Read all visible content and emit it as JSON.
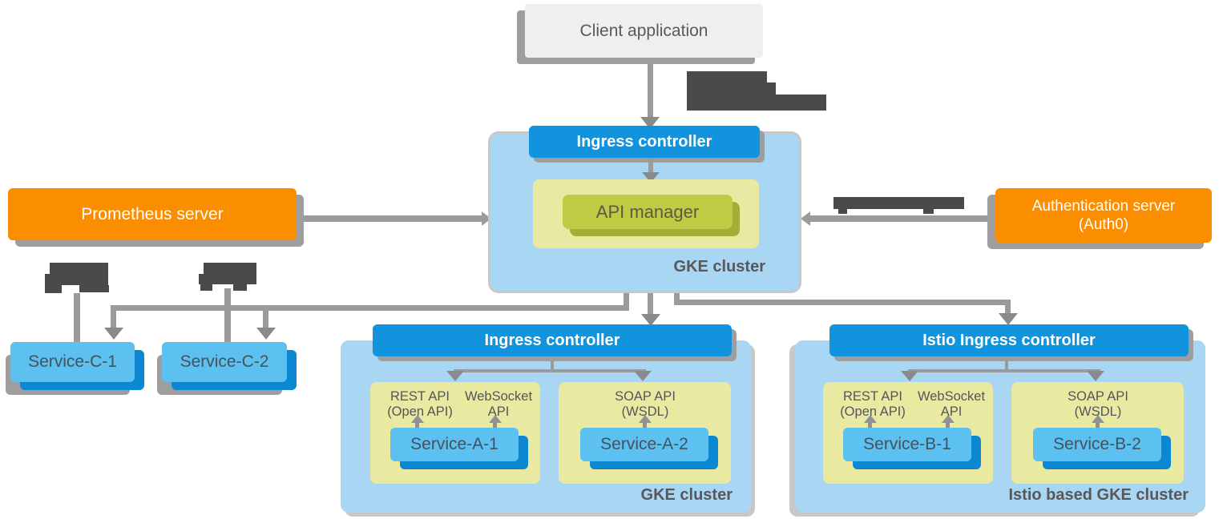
{
  "diagram": {
    "client": {
      "label": "Client application"
    },
    "prometheus": {
      "label": "Prometheus server"
    },
    "auth": {
      "line1": "Authentication server",
      "line2": "(Auth0)"
    },
    "central_cluster": {
      "header": "Ingress controller",
      "api_manager": "API manager",
      "label": "GKE cluster"
    },
    "gke_cluster": {
      "header": "Ingress controller",
      "label": "GKE cluster",
      "service1": {
        "name": "Service-A-1",
        "api1_line1": "REST API",
        "api1_line2": "(Open API)",
        "api2_line1": "WebSocket",
        "api2_line2": "API"
      },
      "service2": {
        "name": "Service-A-2",
        "api_line1": "SOAP API",
        "api_line2": "(WSDL)"
      }
    },
    "istio_cluster": {
      "header": "Istio Ingress controller",
      "label": "Istio based GKE cluster",
      "service1": {
        "name": "Service-B-1",
        "api1_line1": "REST API",
        "api1_line2": "(Open API)",
        "api2_line1": "WebSocket",
        "api2_line2": "API"
      },
      "service2": {
        "name": "Service-B-2",
        "api_line1": "SOAP API",
        "api_line2": "(WSDL)"
      }
    },
    "standalone_services": {
      "service1": "Service-C-1",
      "service2": "Service-C-2"
    },
    "obscured_labels_note": "four dark-gray unreadable redacted text blocks near connectors",
    "colors": {
      "header_blue": "#1193dd",
      "cluster_blue": "#a9d6f3",
      "service_blue": "#5cc0f1",
      "service_shadow_blue": "#0c87d2",
      "pod_yellow": "#e9e9a2",
      "api_manager_olive": "#bfca45",
      "server_orange": "#fb8d00",
      "connector_gray": "#9b9b9b",
      "redacted_gray": "#4a4a4a"
    }
  }
}
